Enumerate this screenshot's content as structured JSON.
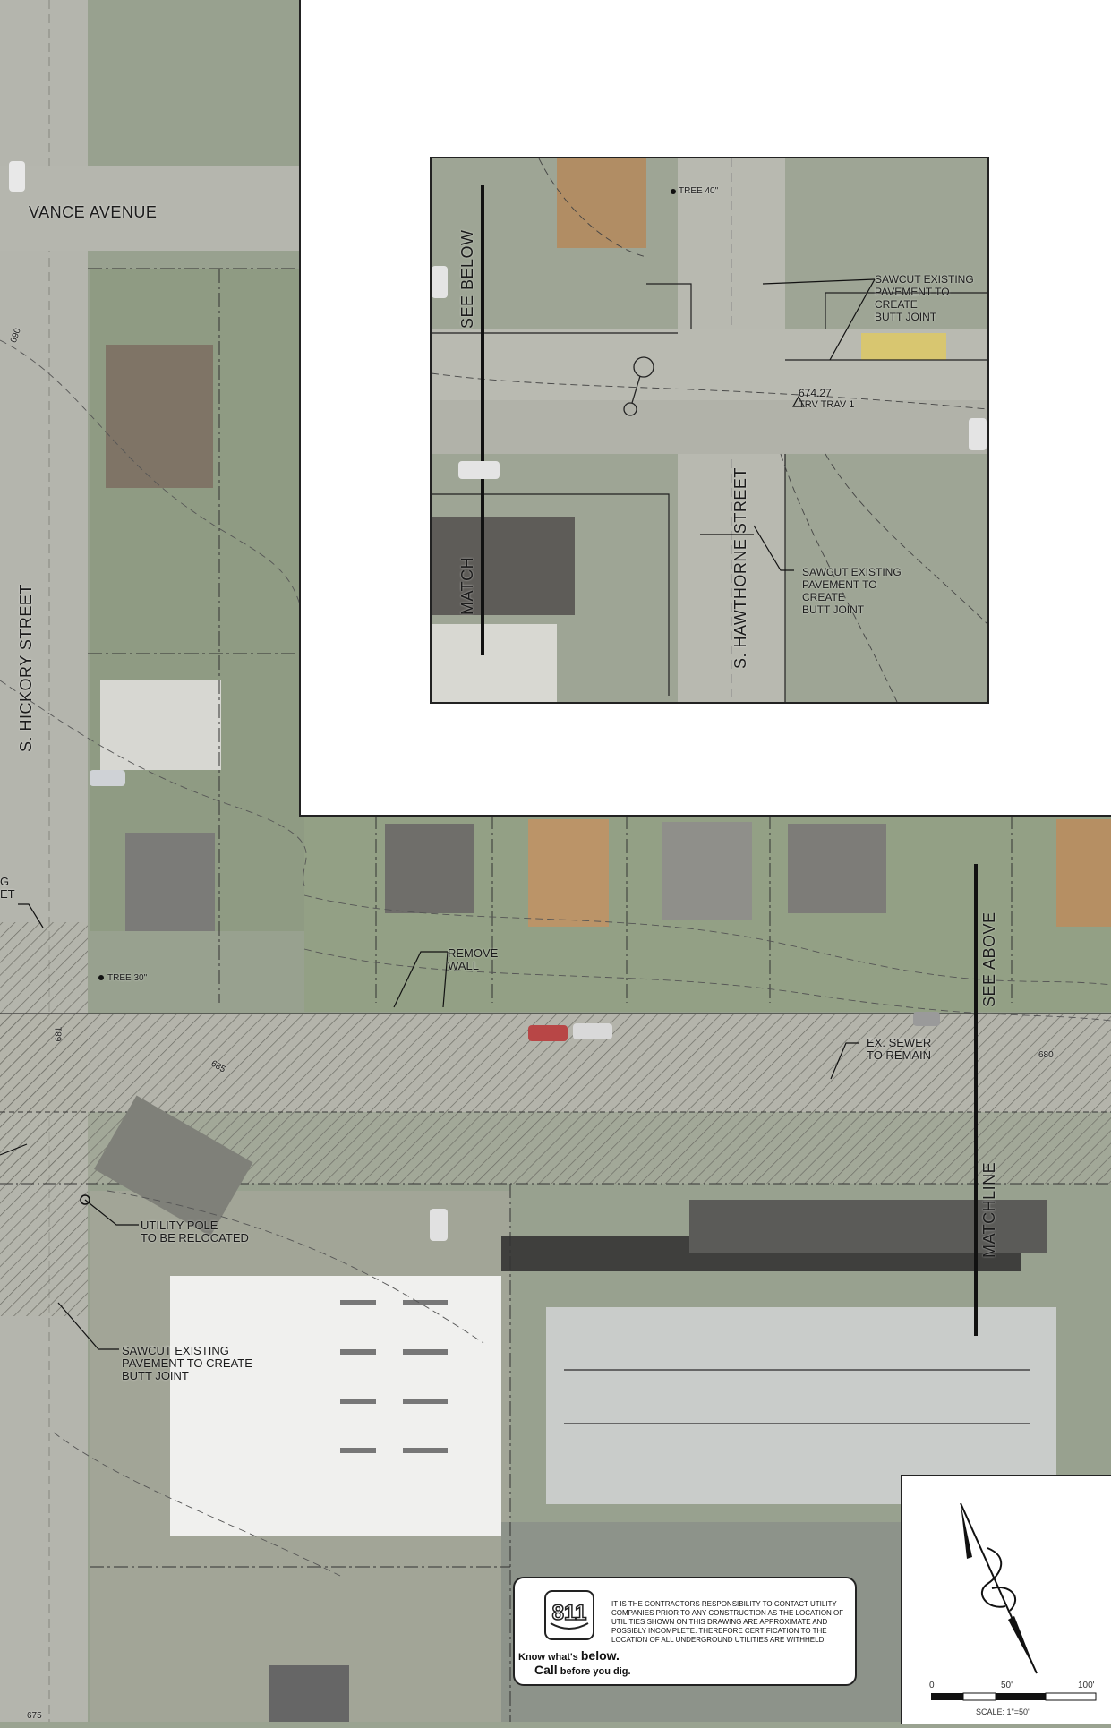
{
  "streets": {
    "vance": "VANCE AVENUE",
    "hickory": "S. HICKORY STREET",
    "hawthorne": "S. HAWTHORNE STREET"
  },
  "matchlines": {
    "inset_top": "SEE BELOW",
    "inset_bottom": "MATCH",
    "main_top": "SEE ABOVE",
    "main_bottom": "MATCHLINE"
  },
  "callouts": {
    "remove_wall": "REMOVE\nWALL",
    "ex_sewer": "EX. SEWER\nTO REMAIN",
    "utility_pole": "UTILITY POLE\nTO BE RELOCATED",
    "sawcut_main": "SAWCUT EXISTING\nPAVEMENT TO CREATE\nBUTT JOINT",
    "sawcut_inset_1": "SAWCUT EXISTING\nPAVEMENT TO\nCREATE\nBUTT JOINT",
    "sawcut_inset_2": "SAWCUT EXISTING\nPAVEMENT TO\nCREATE\nBUTT JOINT",
    "left_edge_partial": "G\nET"
  },
  "trees": {
    "tree_main": "TREE 30\"",
    "tree_inset": "TREE 40\""
  },
  "benchmark": {
    "elevation": "674.27",
    "label": "TRV TRAV 1"
  },
  "contours": [
    "690",
    "685",
    "680",
    "675",
    "681"
  ],
  "notice": {
    "logo_number": "811",
    "know_prefix": "Know what's",
    "know_emph": "below.",
    "call_emph": "Call",
    "call_suffix": "before you dig.",
    "text": "IT IS THE CONTRACTORS RESPONSIBILITY TO CONTACT UTILITY COMPANIES PRIOR TO ANY CONSTRUCTION AS THE LOCATION OF UTILITIES SHOWN ON THIS DRAWING ARE APPROXIMATE AND POSSIBLY INCOMPLETE. THEREFORE CERTIFICATION TO THE LOCATION OF ALL UNDERGROUND UTILITIES ARE WITHHELD."
  },
  "scale": {
    "tick_0": "0",
    "tick_50": "50'",
    "tick_100": "100'",
    "label": "SCALE: 1\"=50'"
  }
}
